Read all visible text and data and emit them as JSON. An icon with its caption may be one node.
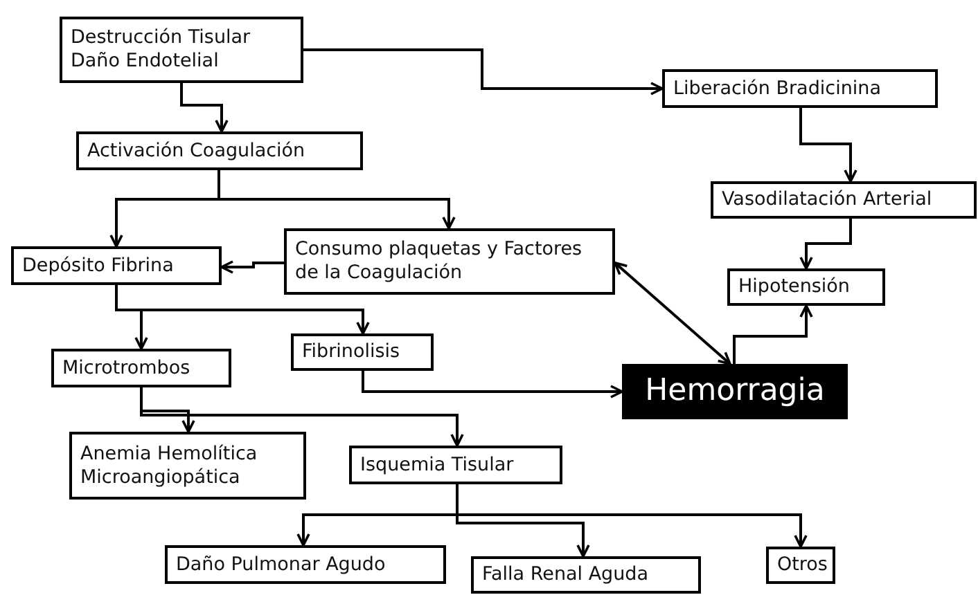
{
  "diagram": {
    "nodes": [
      {
        "text": [
          "Destrucción Tisular Daño Endotelial"
        ]
      },
      {
        "text": [
          "Liberación Bradicinina"
        ]
      },
      {
        "text": [
          "Activación Coagulación"
        ]
      },
      {
        "text": [
          "Vasodilatación Arterial"
        ]
      },
      {
        "text": [
          "Consumo plaquetas y Factores de la Coagulación"
        ]
      },
      {
        "text": [
          "Depósito Fibrina"
        ]
      },
      {
        "text": [
          "Hipotensión"
        ]
      },
      {
        "text": [
          "Fibrinolisis"
        ]
      },
      {
        "text": [
          "Microtrombos"
        ]
      },
      {
        "text": [
          "Hemorragia"
        ]
      },
      {
        "text": [
          "Anemia Hemolítica Microangiopática"
        ]
      },
      {
        "text": [
          "Isquemia Tisular"
        ]
      },
      {
        "text": [
          "Daño Pulmonar Agudo"
        ]
      },
      {
        "text": [
          "Falla Renal Aguda"
        ]
      },
      {
        "text": [
          "Otros"
        ]
      }
    ],
    "edges": [
      {
        "from": 0,
        "to": 1,
        "arrow": "to"
      },
      {
        "from": 0,
        "to": 2,
        "arrow": "to"
      },
      {
        "from": 2,
        "to": 5,
        "arrow": "to"
      },
      {
        "from": 2,
        "to": 4,
        "arrow": "to"
      },
      {
        "from": 4,
        "to": 5,
        "arrow": "to"
      },
      {
        "from": 5,
        "to": 8,
        "arrow": "to"
      },
      {
        "from": 5,
        "to": 7,
        "arrow": "to"
      },
      {
        "from": 8,
        "to": 10,
        "arrow": "to"
      },
      {
        "from": 8,
        "to": 11,
        "arrow": "to"
      },
      {
        "from": 7,
        "to": 9,
        "arrow": "to"
      },
      {
        "from": 4,
        "to": 9,
        "arrow": "both"
      },
      {
        "from": 9,
        "to": 6,
        "arrow": "to"
      },
      {
        "from": 1,
        "to": 3,
        "arrow": "to"
      },
      {
        "from": 3,
        "to": 6,
        "arrow": "to"
      },
      {
        "from": 11,
        "to": 12,
        "arrow": "to"
      },
      {
        "from": 11,
        "to": 13,
        "arrow": "to"
      },
      {
        "from": 11,
        "to": 14,
        "arrow": "to"
      }
    ]
  }
}
